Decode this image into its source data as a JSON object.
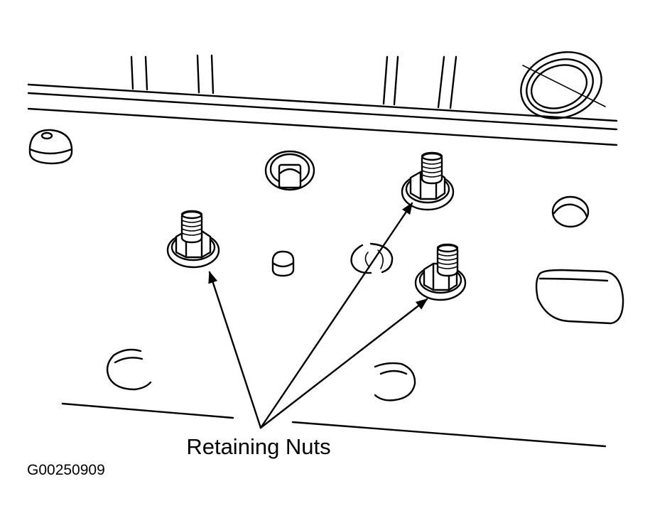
{
  "diagram": {
    "callout_label": "Retaining Nuts",
    "figure_id": "G00250909",
    "line_color": "#000000",
    "background_color": "#ffffff",
    "stud_count": 3
  }
}
